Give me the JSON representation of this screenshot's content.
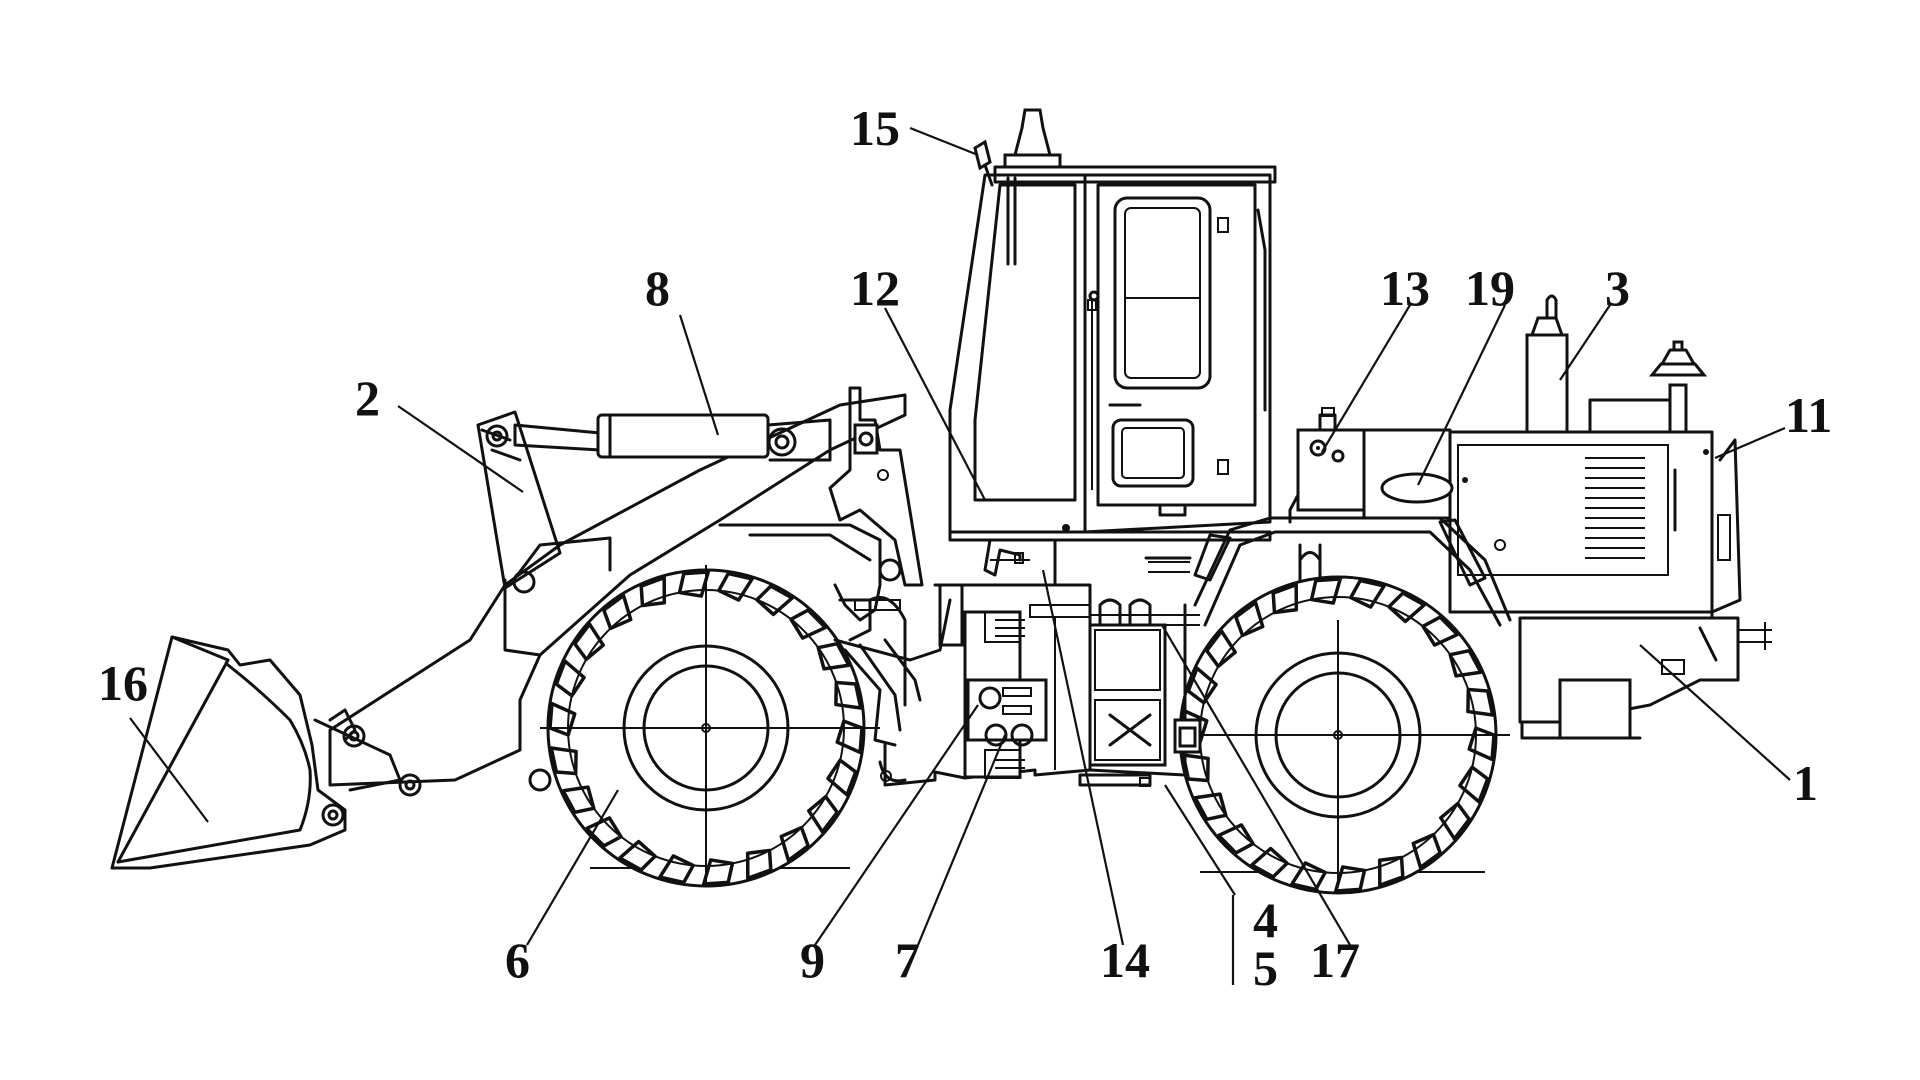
{
  "callouts": [
    {
      "id": "1",
      "label": "1"
    },
    {
      "id": "2",
      "label": "2"
    },
    {
      "id": "3",
      "label": "3"
    },
    {
      "id": "4",
      "label": "4"
    },
    {
      "id": "5",
      "label": "5"
    },
    {
      "id": "6",
      "label": "6"
    },
    {
      "id": "7",
      "label": "7"
    },
    {
      "id": "8",
      "label": "8"
    },
    {
      "id": "9",
      "label": "9"
    },
    {
      "id": "11",
      "label": "11"
    },
    {
      "id": "12",
      "label": "12"
    },
    {
      "id": "13",
      "label": "13"
    },
    {
      "id": "14",
      "label": "14"
    },
    {
      "id": "15",
      "label": "15"
    },
    {
      "id": "16",
      "label": "16"
    },
    {
      "id": "17",
      "label": "17"
    },
    {
      "id": "19",
      "label": "19"
    }
  ]
}
